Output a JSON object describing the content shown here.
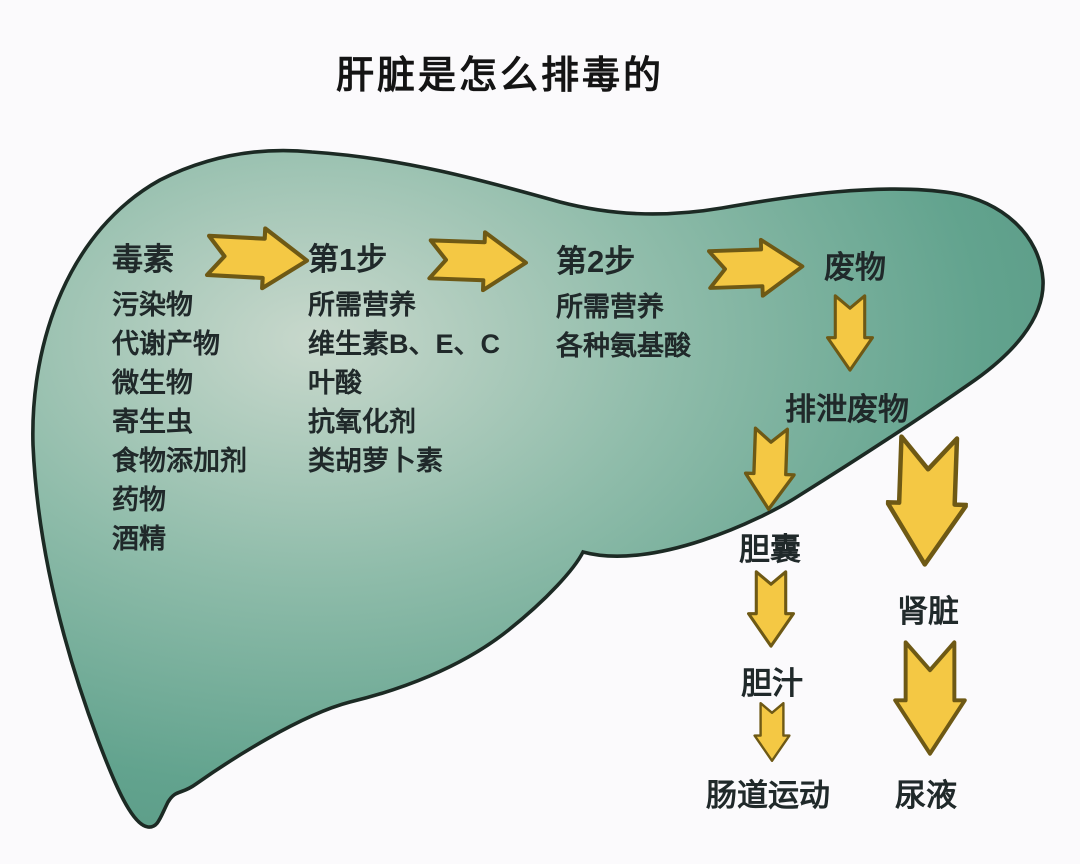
{
  "title": "肝脏是怎么排毒的",
  "sections": {
    "toxins": {
      "header": "毒素",
      "items": [
        "污染物",
        "代谢产物",
        "微生物",
        "寄生虫",
        "食物添加剂",
        "药物",
        "酒精"
      ]
    },
    "step1": {
      "header": "第1步",
      "items": [
        "所需营养",
        "维生素B、E、C",
        "叶酸",
        "抗氧化剂",
        "类胡萝卜素"
      ]
    },
    "step2": {
      "header": "第2步",
      "items": [
        "所需营养",
        "各种氨基酸"
      ]
    },
    "waste": "废物",
    "excreted_waste": "排泄废物",
    "gallbladder": "胆囊",
    "bile": "胆汁",
    "intestinal_movement": "肠道运动",
    "kidney": "肾脏",
    "urine": "尿液"
  },
  "flows": [
    {
      "from": "毒素",
      "to": "第1步",
      "direction": "right"
    },
    {
      "from": "第1步",
      "to": "第2步",
      "direction": "right"
    },
    {
      "from": "第2步",
      "to": "废物",
      "direction": "right"
    },
    {
      "from": "废物",
      "to": "排泄废物",
      "direction": "down"
    },
    {
      "from": "排泄废物",
      "to": "胆囊",
      "direction": "down"
    },
    {
      "from": "胆囊",
      "to": "胆汁",
      "direction": "down"
    },
    {
      "from": "胆汁",
      "to": "肠道运动",
      "direction": "down"
    },
    {
      "from": "排泄废物",
      "to": "肾脏",
      "direction": "down"
    },
    {
      "from": "肾脏",
      "to": "尿液",
      "direction": "down"
    }
  ],
  "icons": {
    "flow_arrow": "notched chevron arrow, golden yellow with dark olive outline"
  },
  "colors": {
    "bg": "#fbfafc",
    "ink": "#20292a",
    "title-ink": "#141414",
    "arrow-fill": "#f4c844",
    "arrow-stroke": "#6e5915",
    "liver-stroke": "#1c2a24",
    "liver-light": "#c8d8cc",
    "liver-mid": "#8fbcaa",
    "liver-deep": "#62a38e",
    "liver-edge": "#559480"
  }
}
